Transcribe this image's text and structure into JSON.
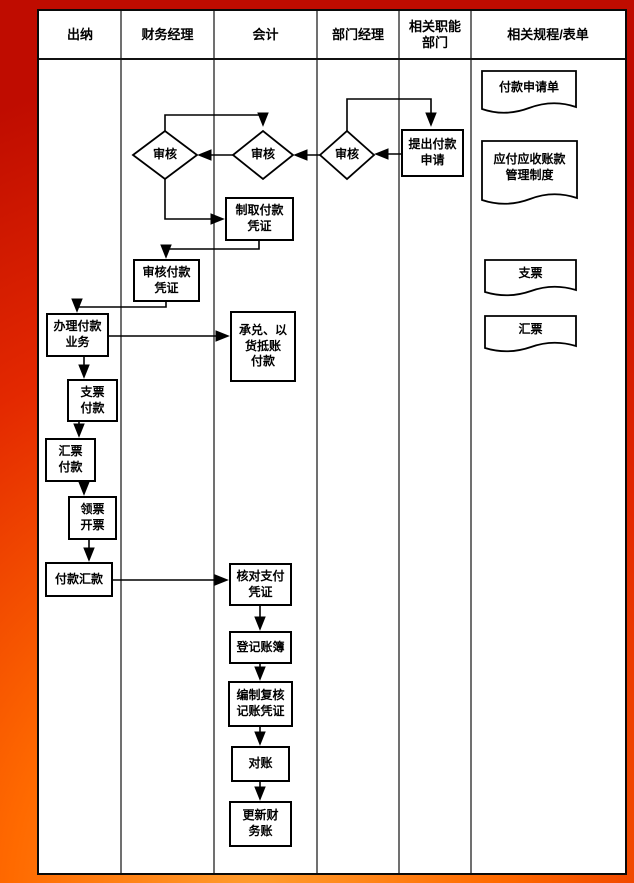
{
  "lanes": {
    "cashier": "出纳",
    "finance_manager": "财务经理",
    "accountant": "会计",
    "dept_manager": "部门经理",
    "related_depts": "相关职能部门",
    "related_docs": "相关规程/表单"
  },
  "decisions": {
    "dept_manager_review": "审核",
    "accountant_review": "审核",
    "finance_manager_review": "审核"
  },
  "steps": {
    "submit_request": [
      "提出付款",
      "申请"
    ],
    "prepare_voucher": [
      "制取付款",
      "凭证"
    ],
    "review_voucher": [
      "审核付款",
      "凭证"
    ],
    "handle_payment": [
      "办理付款",
      "业务"
    ],
    "acceptance_offset": [
      "承兑、以",
      "货抵账",
      "付款"
    ],
    "cheque_payment": [
      "支票",
      "付款"
    ],
    "draft_payment": [
      "汇票",
      "付款"
    ],
    "collect_issue_ticket": [
      "领票",
      "开票"
    ],
    "payment_remittance": [
      "付款汇款"
    ],
    "verify_payment_voucher": [
      "核对支付",
      "凭证"
    ],
    "register_books": [
      "登记账簿"
    ],
    "prepare_review_entry": [
      "编制复核",
      "记账凭证"
    ],
    "reconcile": [
      "对账"
    ],
    "update_accounts": [
      "更新财",
      "务账"
    ]
  },
  "documents": {
    "payment_request_form": [
      "付款申请单"
    ],
    "ap_ar_policy": [
      "应付应收账款",
      "管理制度"
    ],
    "cheque": [
      "支票"
    ],
    "draft": [
      "汇票"
    ]
  }
}
